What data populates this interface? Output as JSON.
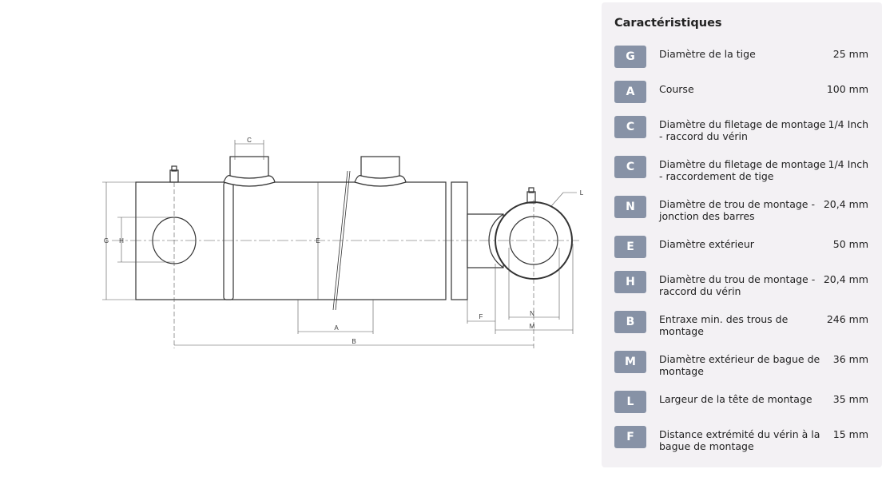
{
  "diagram": {
    "labels": {
      "G": "G",
      "H": "H",
      "C": "C",
      "E": "E",
      "A": "A",
      "B": "B",
      "F": "F",
      "N": "N",
      "M": "M",
      "L": "L"
    }
  },
  "panel": {
    "title": "Caractéristiques",
    "rows": [
      {
        "code": "G",
        "label": "Diamètre de la tige",
        "value": "25 mm"
      },
      {
        "code": "A",
        "label": "Course",
        "value": "100 mm"
      },
      {
        "code": "C",
        "label": "Diamètre du filetage de montage - raccord du vérin",
        "value": "1/4 Inch"
      },
      {
        "code": "C",
        "label": "Diamètre du filetage de montage - raccordement de tige",
        "value": "1/4 Inch"
      },
      {
        "code": "N",
        "label": "Diamètre de trou de montage - jonction des barres",
        "value": "20,4 mm"
      },
      {
        "code": "E",
        "label": "Diamètre extérieur",
        "value": "50 mm"
      },
      {
        "code": "H",
        "label": "Diamètre du trou de montage - raccord du vérin",
        "value": "20,4 mm"
      },
      {
        "code": "B",
        "label": "Entraxe min. des trous de montage",
        "value": "246 mm"
      },
      {
        "code": "M",
        "label": "Diamètre extérieur de bague de montage",
        "value": "36 mm"
      },
      {
        "code": "L",
        "label": "Largeur de la tête de montage",
        "value": "35 mm"
      },
      {
        "code": "F",
        "label": "Distance extrémité du vérin à la bague de montage",
        "value": "15 mm"
      }
    ]
  }
}
